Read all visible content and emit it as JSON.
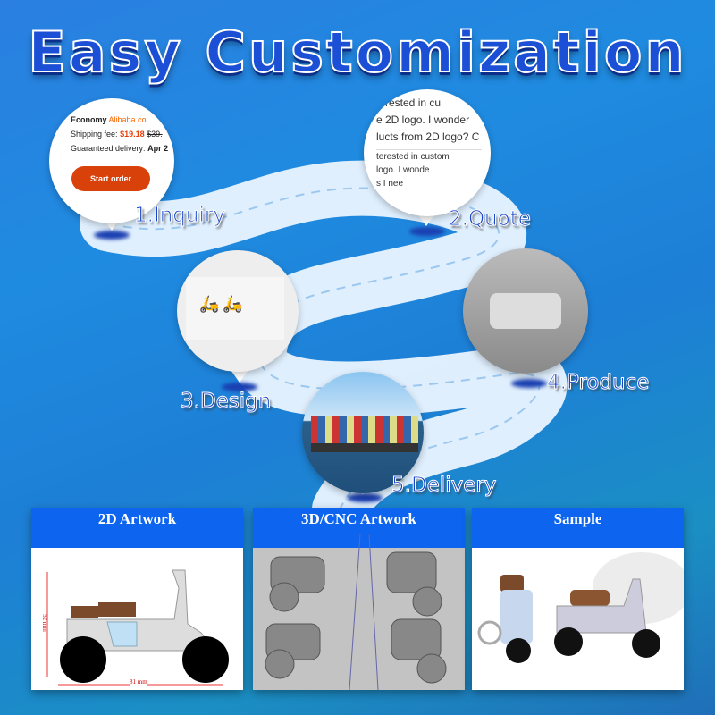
{
  "title": "Easy Customization",
  "steps": [
    {
      "label": "1.Inquiry"
    },
    {
      "label": "2.Quote"
    },
    {
      "label": "3.Design"
    },
    {
      "label": "4.Produce"
    },
    {
      "label": "5.Delivery"
    }
  ],
  "inquiry": {
    "economy": "Economy",
    "brand": "Alibaba.co",
    "shipping_label": "Shipping fee:",
    "shipping_price": "$19.18",
    "shipping_old": "$39.",
    "delivery_label": "Guaranteed delivery:",
    "delivery_date": "Apr 2",
    "button": "Start order"
  },
  "quote": {
    "lines": [
      "terested in cu",
      "e 2D logo. I wonder",
      "lucts from 2D logo? C"
    ],
    "lines2": [
      "terested in custom",
      "logo. I wonde",
      "s I nee"
    ]
  },
  "cards": [
    {
      "title": "2D Artwork",
      "dim_h": "52 mm",
      "dim_w": "81 mm"
    },
    {
      "title": "3D/CNC Artwork"
    },
    {
      "title": "Sample"
    }
  ],
  "colors": {
    "accent": "#0c64ef",
    "title": "#1a4fd6",
    "button": "#d9410b",
    "price": "#e4400b"
  }
}
